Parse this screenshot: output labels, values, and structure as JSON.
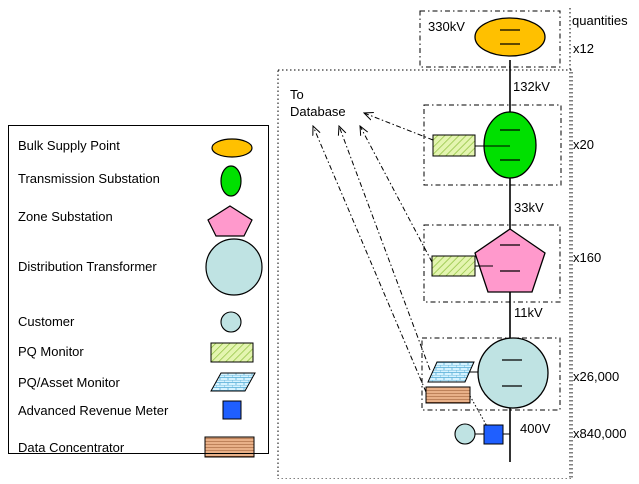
{
  "hierarchy": {
    "levels": [
      {
        "kind": "bulk-supply-point",
        "voltage_label": "330kV",
        "quantity": "x12"
      },
      {
        "kind": "transmission-substation",
        "voltage_label": "132kV",
        "quantity": "x20"
      },
      {
        "kind": "zone-substation",
        "voltage_label": "33kV",
        "quantity": "x160"
      },
      {
        "kind": "distribution-transformer",
        "voltage_label": "11kV",
        "quantity": "x26,000"
      },
      {
        "kind": "customer",
        "voltage_label": "400V",
        "quantity": "x840,000"
      }
    ],
    "quantities_header": "quantities",
    "database_label_line1": "To",
    "database_label_line2": "Database"
  },
  "legend": {
    "items": [
      {
        "label": "Bulk Supply Point",
        "icon": "yellow-ellipse-icon"
      },
      {
        "label": "Transmission Substation",
        "icon": "green-ellipse-icon"
      },
      {
        "label": "Zone Substation",
        "icon": "pink-pentagon-icon"
      },
      {
        "label": "Distribution Transformer",
        "icon": "teal-circle-icon"
      },
      {
        "label": "Customer",
        "icon": "small-teal-circle-icon"
      },
      {
        "label": "PQ Monitor",
        "icon": "hatched-rectangle-icon"
      },
      {
        "label": "PQ/Asset Monitor",
        "icon": "brick-parallelogram-icon"
      },
      {
        "label": "Advanced Revenue  Meter",
        "icon": "blue-square-icon"
      },
      {
        "label": "Data Concentrator",
        "icon": "striped-rectangle-icon"
      }
    ]
  },
  "colors": {
    "bulk_supply": "#FFC000",
    "transmission": "#00E000",
    "zone": "#FF99CC",
    "distribution": "#BFE3E3",
    "pq_monitor": "#DDF0A0",
    "pq_asset": "#CCF0FF",
    "meter": "#1F5FFF",
    "concentrator": "#E0A070"
  }
}
